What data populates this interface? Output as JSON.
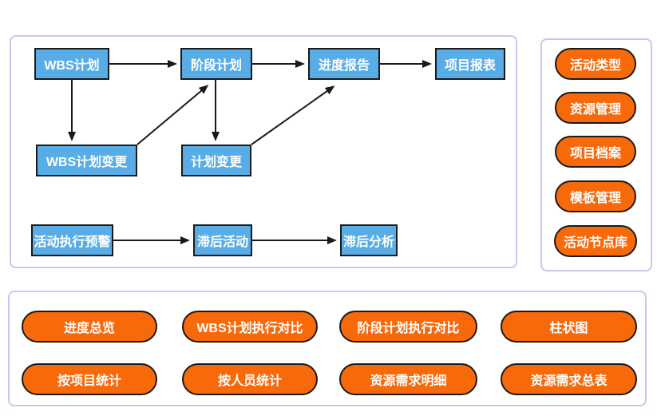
{
  "colors": {
    "node_fill": "#58ade7",
    "pill_fill": "#f8690a",
    "shape_border": "#1a1a1a",
    "panel_border": "#c9c7ee",
    "arrow": "#1a1a1a",
    "text": "#ffffff"
  },
  "flow_panel": {
    "nodes": [
      {
        "id": "wbs-plan",
        "label": "WBS计划"
      },
      {
        "id": "stage-plan",
        "label": "阶段计划"
      },
      {
        "id": "progress-report",
        "label": "进度报告"
      },
      {
        "id": "project-report",
        "label": "项目报表"
      },
      {
        "id": "wbs-plan-change",
        "label": "WBS计划变更"
      },
      {
        "id": "plan-change",
        "label": "计划变更"
      },
      {
        "id": "activity-exec-warning",
        "label": "活动执行预警"
      },
      {
        "id": "lag-activity",
        "label": "滞后活动"
      },
      {
        "id": "lag-analysis",
        "label": "滞后分析"
      }
    ],
    "edges": [
      {
        "from": "wbs-plan",
        "to": "stage-plan"
      },
      {
        "from": "stage-plan",
        "to": "progress-report"
      },
      {
        "from": "progress-report",
        "to": "project-report"
      },
      {
        "from": "wbs-plan",
        "to": "wbs-plan-change"
      },
      {
        "from": "stage-plan",
        "to": "plan-change"
      },
      {
        "from": "wbs-plan-change",
        "to": "stage-plan"
      },
      {
        "from": "plan-change",
        "to": "progress-report"
      },
      {
        "from": "activity-exec-warning",
        "to": "lag-activity"
      },
      {
        "from": "lag-activity",
        "to": "lag-analysis"
      }
    ]
  },
  "side_panel": {
    "items": [
      {
        "label": "活动类型"
      },
      {
        "label": "资源管理"
      },
      {
        "label": "项目档案"
      },
      {
        "label": "模板管理"
      },
      {
        "label": "活动节点库"
      }
    ]
  },
  "bottom_panel": {
    "items": [
      {
        "label": "进度总览"
      },
      {
        "label": "WBS计划执行对比"
      },
      {
        "label": "阶段计划执行对比"
      },
      {
        "label": "柱状图"
      },
      {
        "label": "按项目统计"
      },
      {
        "label": "按人员统计"
      },
      {
        "label": "资源需求明细"
      },
      {
        "label": "资源需求总表"
      }
    ]
  }
}
